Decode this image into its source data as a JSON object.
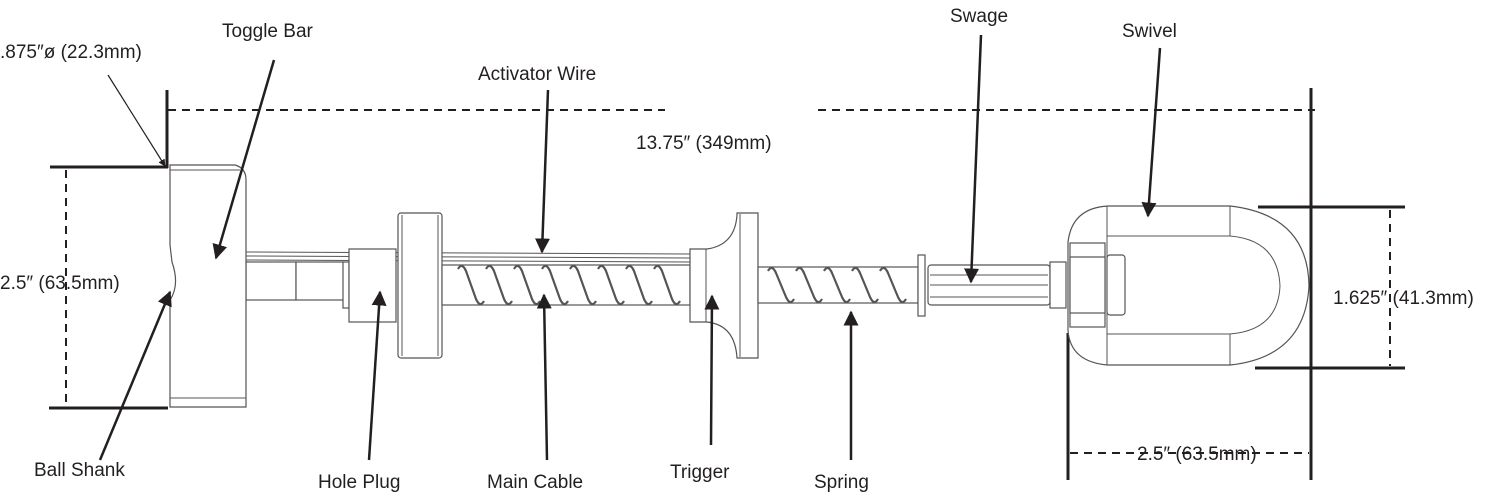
{
  "labels": {
    "toggle_bar": "Toggle Bar",
    "diameter": ".875″ø (22.3mm)",
    "activator_wire": "Activator Wire",
    "overall_length": "13.75″ (349mm)",
    "swage": "Swage",
    "swivel": "Swivel",
    "toggle_height": "2.5″ (63.5mm)",
    "swivel_height": "1.625″ (41.3mm)",
    "ball_shank": "Ball Shank",
    "hole_plug": "Hole Plug",
    "main_cable": "Main Cable",
    "trigger": "Trigger",
    "spring": "Spring",
    "swivel_length": "2.5″ (63.5mm)"
  },
  "colors": {
    "ink": "#231f20",
    "part_outline": "#555555"
  }
}
